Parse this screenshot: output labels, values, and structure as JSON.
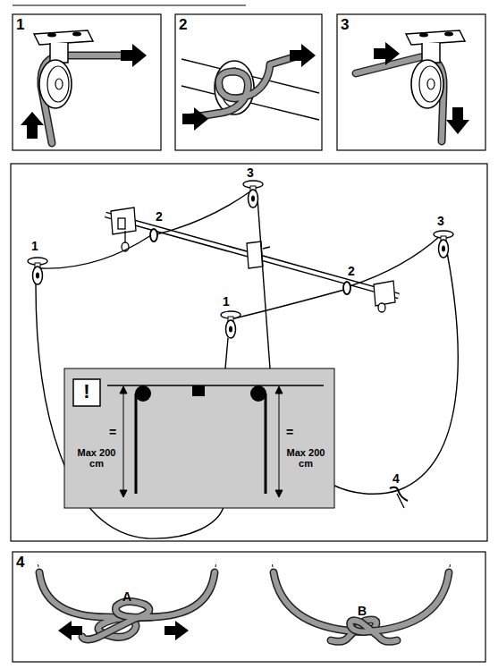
{
  "diagram": {
    "labels": [
      "1",
      "2",
      "3",
      "3",
      "2",
      "3",
      "1",
      "2",
      "1",
      "!",
      "=",
      "Max 200 cm",
      "=",
      "Max 200 cm",
      "4",
      "4",
      "A",
      "B"
    ]
  }
}
